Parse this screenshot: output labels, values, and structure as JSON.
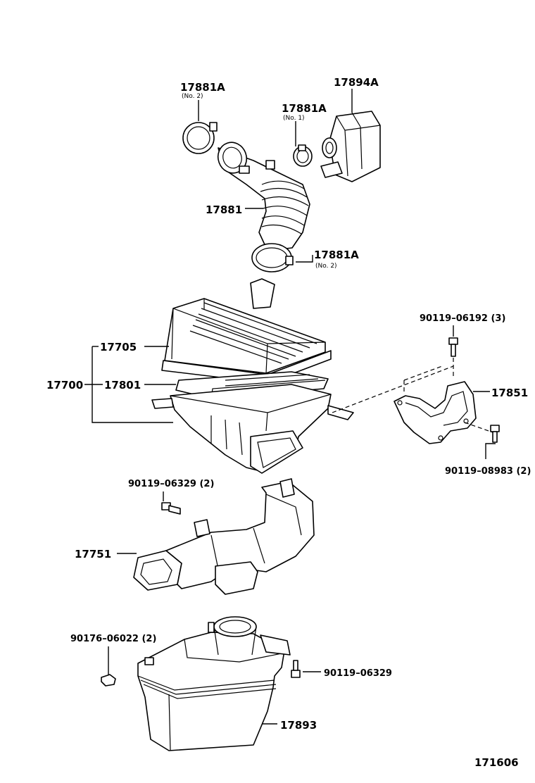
{
  "parts": {
    "clamp_no2_top": {
      "number": "17881A",
      "note": "(No. 2)"
    },
    "clamp_no1": {
      "number": "17881A",
      "note": "(No. 1)"
    },
    "flow_meter": {
      "number": "17894A"
    },
    "hose": {
      "number": "17881"
    },
    "clamp_no2_lower": {
      "number": "17881A",
      "note": "(No. 2)"
    },
    "cap": {
      "number": "17705"
    },
    "cleaner_assy": {
      "number": "17700"
    },
    "element": {
      "number": "17801"
    },
    "bolt_bracket_top": {
      "number": "90119–06192 (3)"
    },
    "bracket": {
      "number": "17851"
    },
    "bolt_bracket_lower": {
      "number": "90119–08983 (2)"
    },
    "bolt_inlet": {
      "number": "90119–06329 (2)"
    },
    "inlet": {
      "number": "17751"
    },
    "nut": {
      "number": "90176–06022 (2)"
    },
    "bolt_resonator": {
      "number": "90119–06329"
    },
    "resonator": {
      "number": "17893"
    }
  },
  "figure_id": "171606"
}
